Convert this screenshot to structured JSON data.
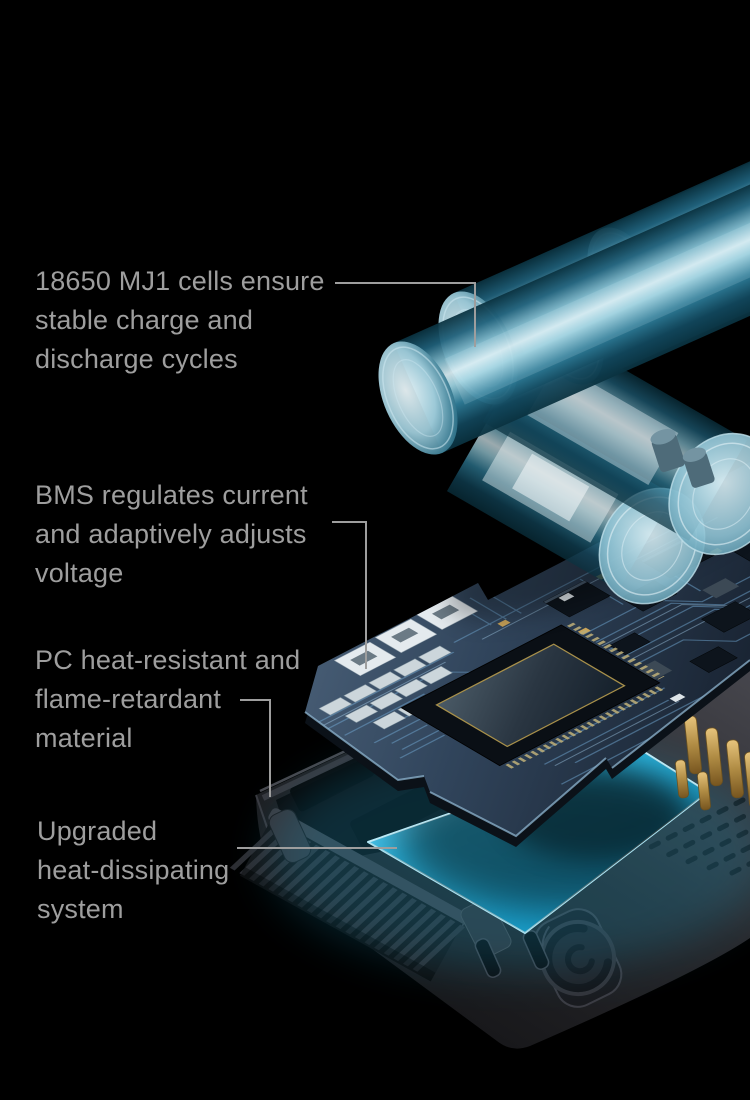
{
  "theme": {
    "bg": "#000000",
    "text": "#9e9e9e",
    "line": "#9e9e9e",
    "plate": "#1cb5e6",
    "battery": "#2e7d99",
    "board": "#31455c",
    "trace": "#6fa6cf",
    "case": "#242428",
    "gold": "#c9a45a"
  },
  "callouts": [
    {
      "id": "cells",
      "lines": [
        "18650 MJ1 cells ensure",
        "stable charge and",
        "discharge cycles"
      ]
    },
    {
      "id": "bms",
      "lines": [
        "BMS regulates current",
        "and adaptively adjusts",
        "voltage"
      ]
    },
    {
      "id": "pc",
      "lines": [
        "PC heat-resistant and",
        "flame-retardant",
        "material"
      ]
    },
    {
      "id": "heat",
      "lines": [
        "Upgraded",
        "heat-dissipating",
        "system"
      ]
    }
  ],
  "illustration": {
    "parts": [
      "battery-cells",
      "bms-circuit-board",
      "main-chip",
      "heat-dissipating-plate",
      "device-case",
      "heatsink-fins",
      "logo-button",
      "connector-pins"
    ]
  }
}
